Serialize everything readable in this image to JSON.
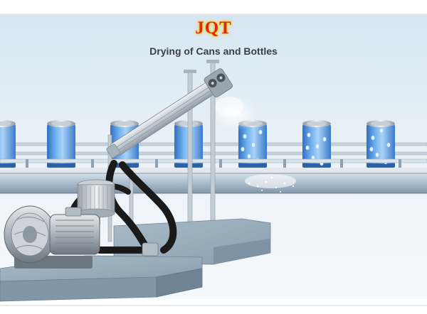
{
  "brand": {
    "logo_text": "JQT",
    "logo_color": "#e0251b",
    "logo_glow": "#f7d71e"
  },
  "title": "Drying of Cans and Bottles",
  "palette": {
    "sky_top": "#d9e8f2",
    "sky_bottom": "#f4f8fb",
    "conveyor": "#b9cbd8",
    "can_blue": "#4c8fd6",
    "hose": "#1a1a1a",
    "platform": "#8ea4b4"
  },
  "components": [
    {
      "name": "blower-motor"
    },
    {
      "name": "air-filter"
    },
    {
      "name": "air-knife"
    },
    {
      "name": "conveyor-belt"
    },
    {
      "name": "air-hose"
    }
  ]
}
